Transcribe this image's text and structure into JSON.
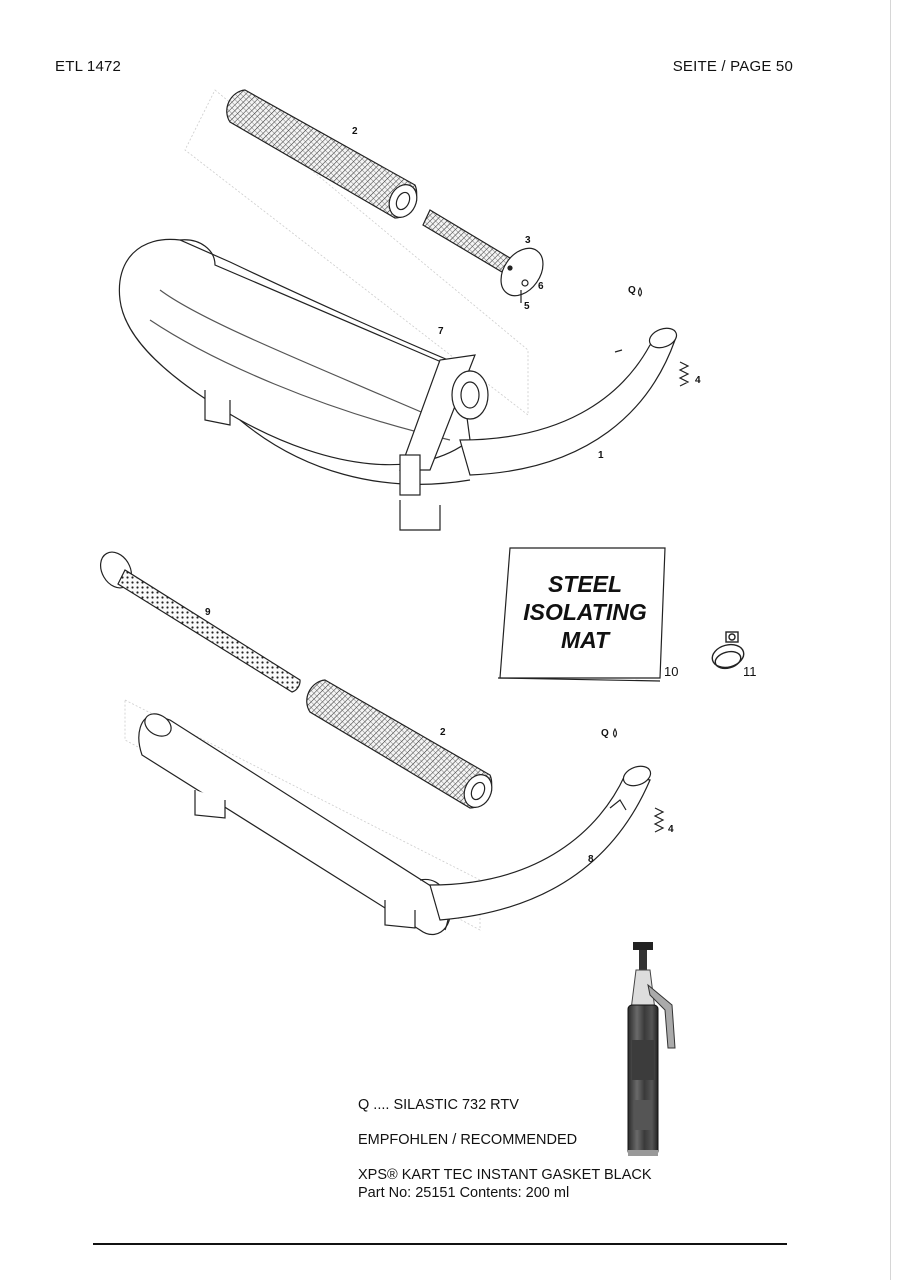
{
  "header": {
    "doc_code": "ETL 1472",
    "page_label": "SEITE / PAGE 50"
  },
  "callouts": {
    "c1": "1",
    "c2_top": "2",
    "c3": "3",
    "c4_top": "4",
    "c5": "5",
    "c6": "6",
    "c7": "7",
    "q_top": "Q",
    "c9": "9",
    "c10": "10",
    "c11": "11",
    "c2_bottom": "2",
    "q_bottom": "Q",
    "c4_bottom": "4",
    "c8": "8"
  },
  "mat": {
    "line1": "STEEL",
    "line2": "ISOLATING",
    "line3": "MAT"
  },
  "notes": {
    "q_line": "Q .... SILASTIC 732 RTV",
    "recommended": "EMPFOHLEN / RECOMMENDED",
    "product": "XPS® KART TEC INSTANT GASKET BLACK",
    "part": "Part No: 25151 Contents: 200 ml"
  }
}
